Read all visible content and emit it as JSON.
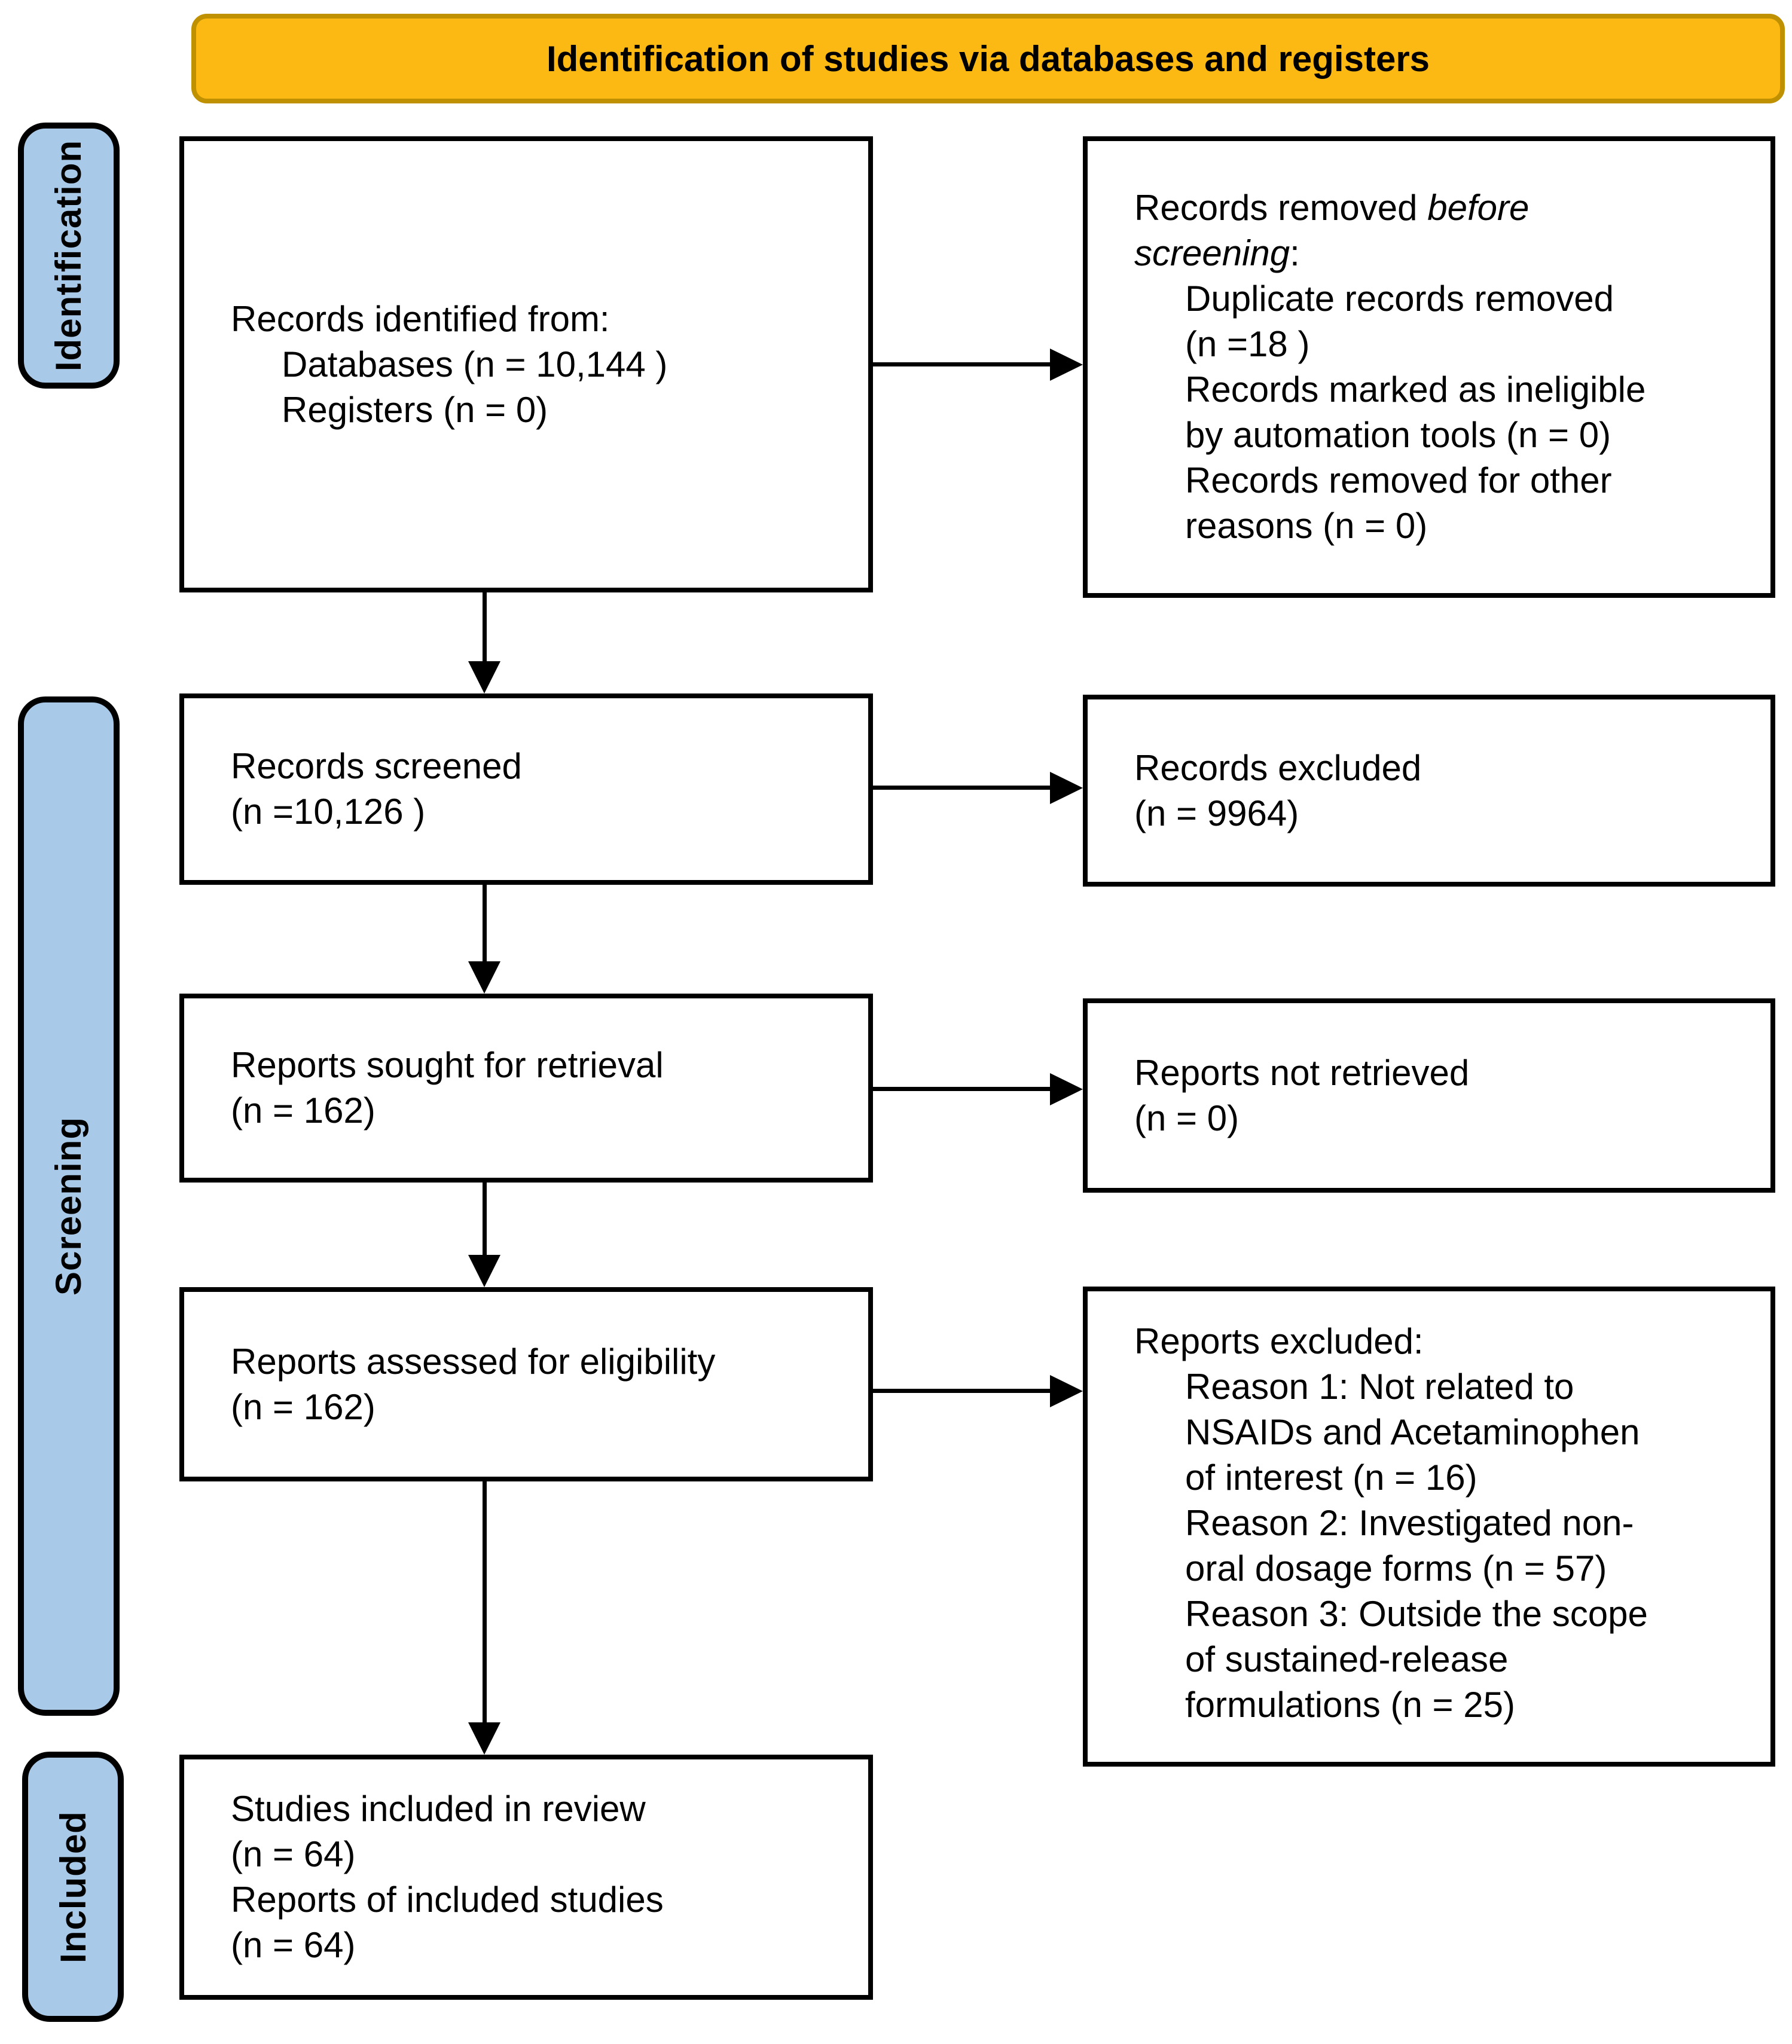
{
  "banner": {
    "title": "Identification of studies via databases and registers"
  },
  "colors": {
    "banner_fill": "#FCB813",
    "banner_border": "#BF9000",
    "stage_fill": "#A9C9E9",
    "box_border": "#000000"
  },
  "stages": [
    {
      "label": "Identification"
    },
    {
      "label": "Screening"
    },
    {
      "label": "Included"
    }
  ],
  "boxes": {
    "identified": {
      "title": "Records identified from:",
      "items": [
        "Databases (n = 10,144 )",
        "Registers (n = 0)"
      ]
    },
    "removed": {
      "title_normal": "Records removed ",
      "title_italic_line1": "before",
      "title_italic_line2": "screening",
      "title_colon": ":",
      "items": [
        "Duplicate records removed\n(n =18 )",
        "Records marked as ineligible\nby automation tools (n = 0)",
        "Records removed for other\nreasons (n = 0)"
      ]
    },
    "screened": {
      "text": "Records screened\n(n =10,126 )"
    },
    "records_excluded": {
      "text": "Records excluded\n(n = 9964)"
    },
    "sought": {
      "text": "Reports sought for retrieval\n(n = 162)"
    },
    "not_retrieved": {
      "text": "Reports not retrieved\n(n = 0)"
    },
    "assessed": {
      "text": "Reports assessed for eligibility\n(n = 162)"
    },
    "reports_excluded": {
      "title": "Reports excluded:",
      "items": [
        "Reason 1: Not related to\nNSAIDs and Acetaminophen\nof interest (n = 16)",
        "Reason 2:  Investigated non-\noral dosage forms (n = 57)",
        "Reason 3: Outside the scope\nof sustained-release\nformulations (n = 25)"
      ]
    },
    "included": {
      "text": "Studies included in review\n(n = 64)\nReports of included studies\n(n = 64)"
    }
  }
}
